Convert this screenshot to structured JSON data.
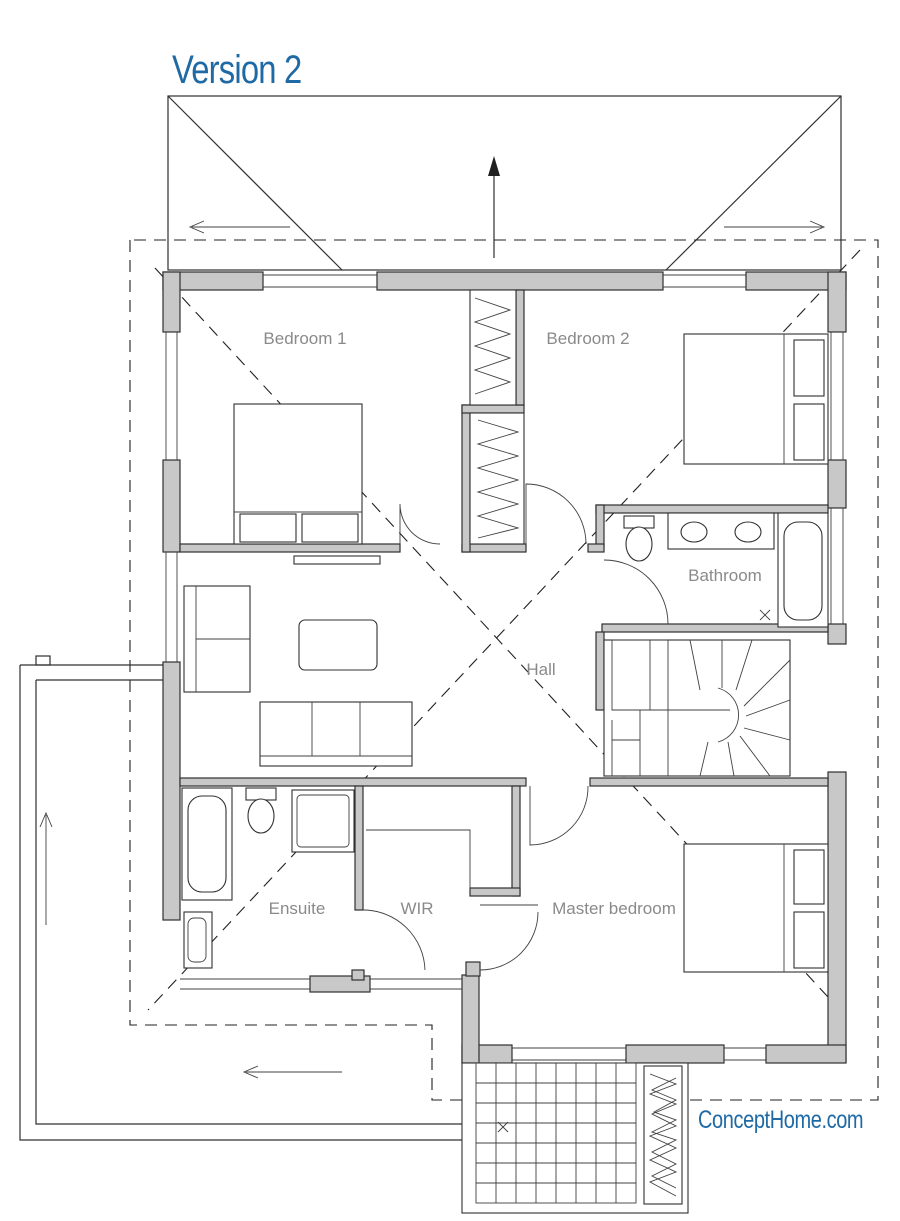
{
  "title": "Version 2",
  "brand": "ConceptHome.com",
  "rooms": {
    "bedroom1": "Bedroom 1",
    "bedroom2": "Bedroom 2",
    "bathroom": "Bathroom",
    "hall": "Hall",
    "ensuite": "Ensuite",
    "wir": "WIR",
    "master": "Master bedroom"
  },
  "icons": [
    "arrow-up-icon",
    "arrow-left-icon",
    "arrow-right-icon",
    "bed-icon",
    "toilet-icon",
    "bathtub-icon",
    "sink-icon",
    "sofa-icon",
    "stair-icon",
    "drain-icon"
  ]
}
